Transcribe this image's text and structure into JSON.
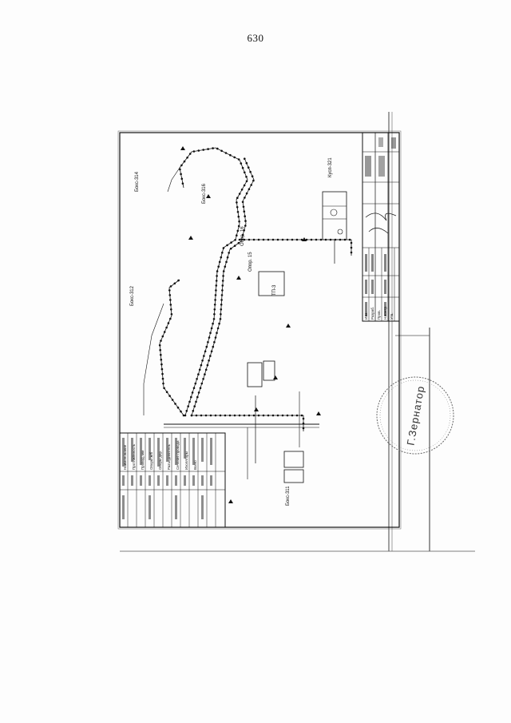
{
  "page": {
    "number": "630",
    "stamp_text": "Г.Зернатор"
  },
  "drawing": {
    "rotated_labels": [
      "Бокс-311",
      "Бокс-312",
      "Бокс-314",
      "Бокс-316",
      "ТП-3",
      "Кусп-321",
      "Опор. 15",
      "Опор. 16"
    ],
    "legend": {
      "rows": [
        "Наименование",
        "Протяжённость",
        "Провод, мм",
        "Опоры ж/б",
        "Опоры дер.",
        "Разъединитель",
        "Сечение провода",
        "Изоляторы",
        "Всего"
      ]
    },
    "title_block": {
      "rows": [
        "Изм.",
        "Разраб.",
        "Пров.",
        "Н.контр.",
        "Утв."
      ]
    }
  }
}
